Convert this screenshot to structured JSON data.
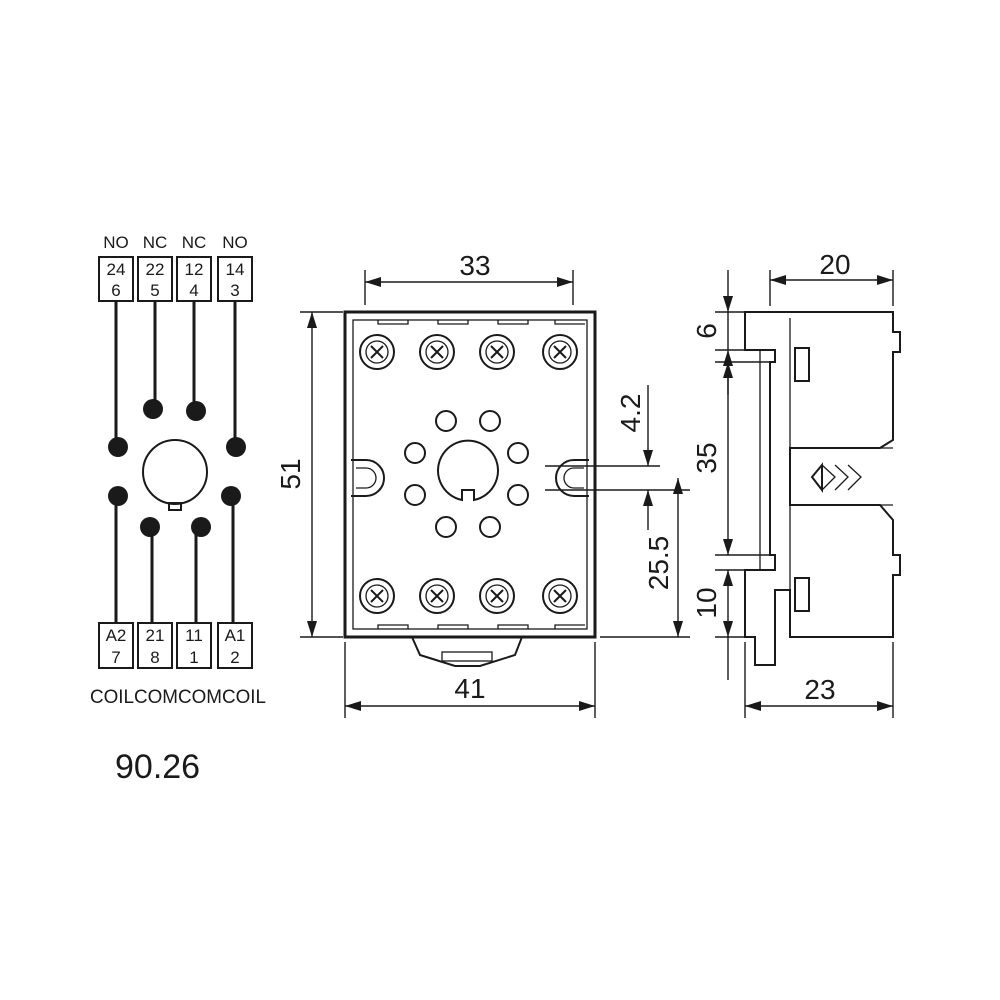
{
  "wiring": {
    "top_labels": [
      "NO",
      "NC",
      "NC",
      "NO"
    ],
    "top_terminals": [
      {
        "a": "24",
        "b": "6"
      },
      {
        "a": "22",
        "b": "5"
      },
      {
        "a": "12",
        "b": "4"
      },
      {
        "a": "14",
        "b": "3"
      }
    ],
    "bottom_terminals": [
      {
        "a": "A2",
        "b": "7"
      },
      {
        "a": "21",
        "b": "8"
      },
      {
        "a": "11",
        "b": "1"
      },
      {
        "a": "A1",
        "b": "2"
      }
    ],
    "bottom_caption": "COILCOMCOMCOIL"
  },
  "model": "90.26",
  "front_view": {
    "dim_width_top": "33",
    "dim_height": "51",
    "dim_width_bottom": "41",
    "dim_slot": "4.2",
    "dim_offset": "25.5"
  },
  "side_view": {
    "dim_depth_top": "20",
    "dim_top": "6",
    "dim_rail": "35",
    "dim_bottom": "10",
    "dim_depth_bottom": "23"
  }
}
